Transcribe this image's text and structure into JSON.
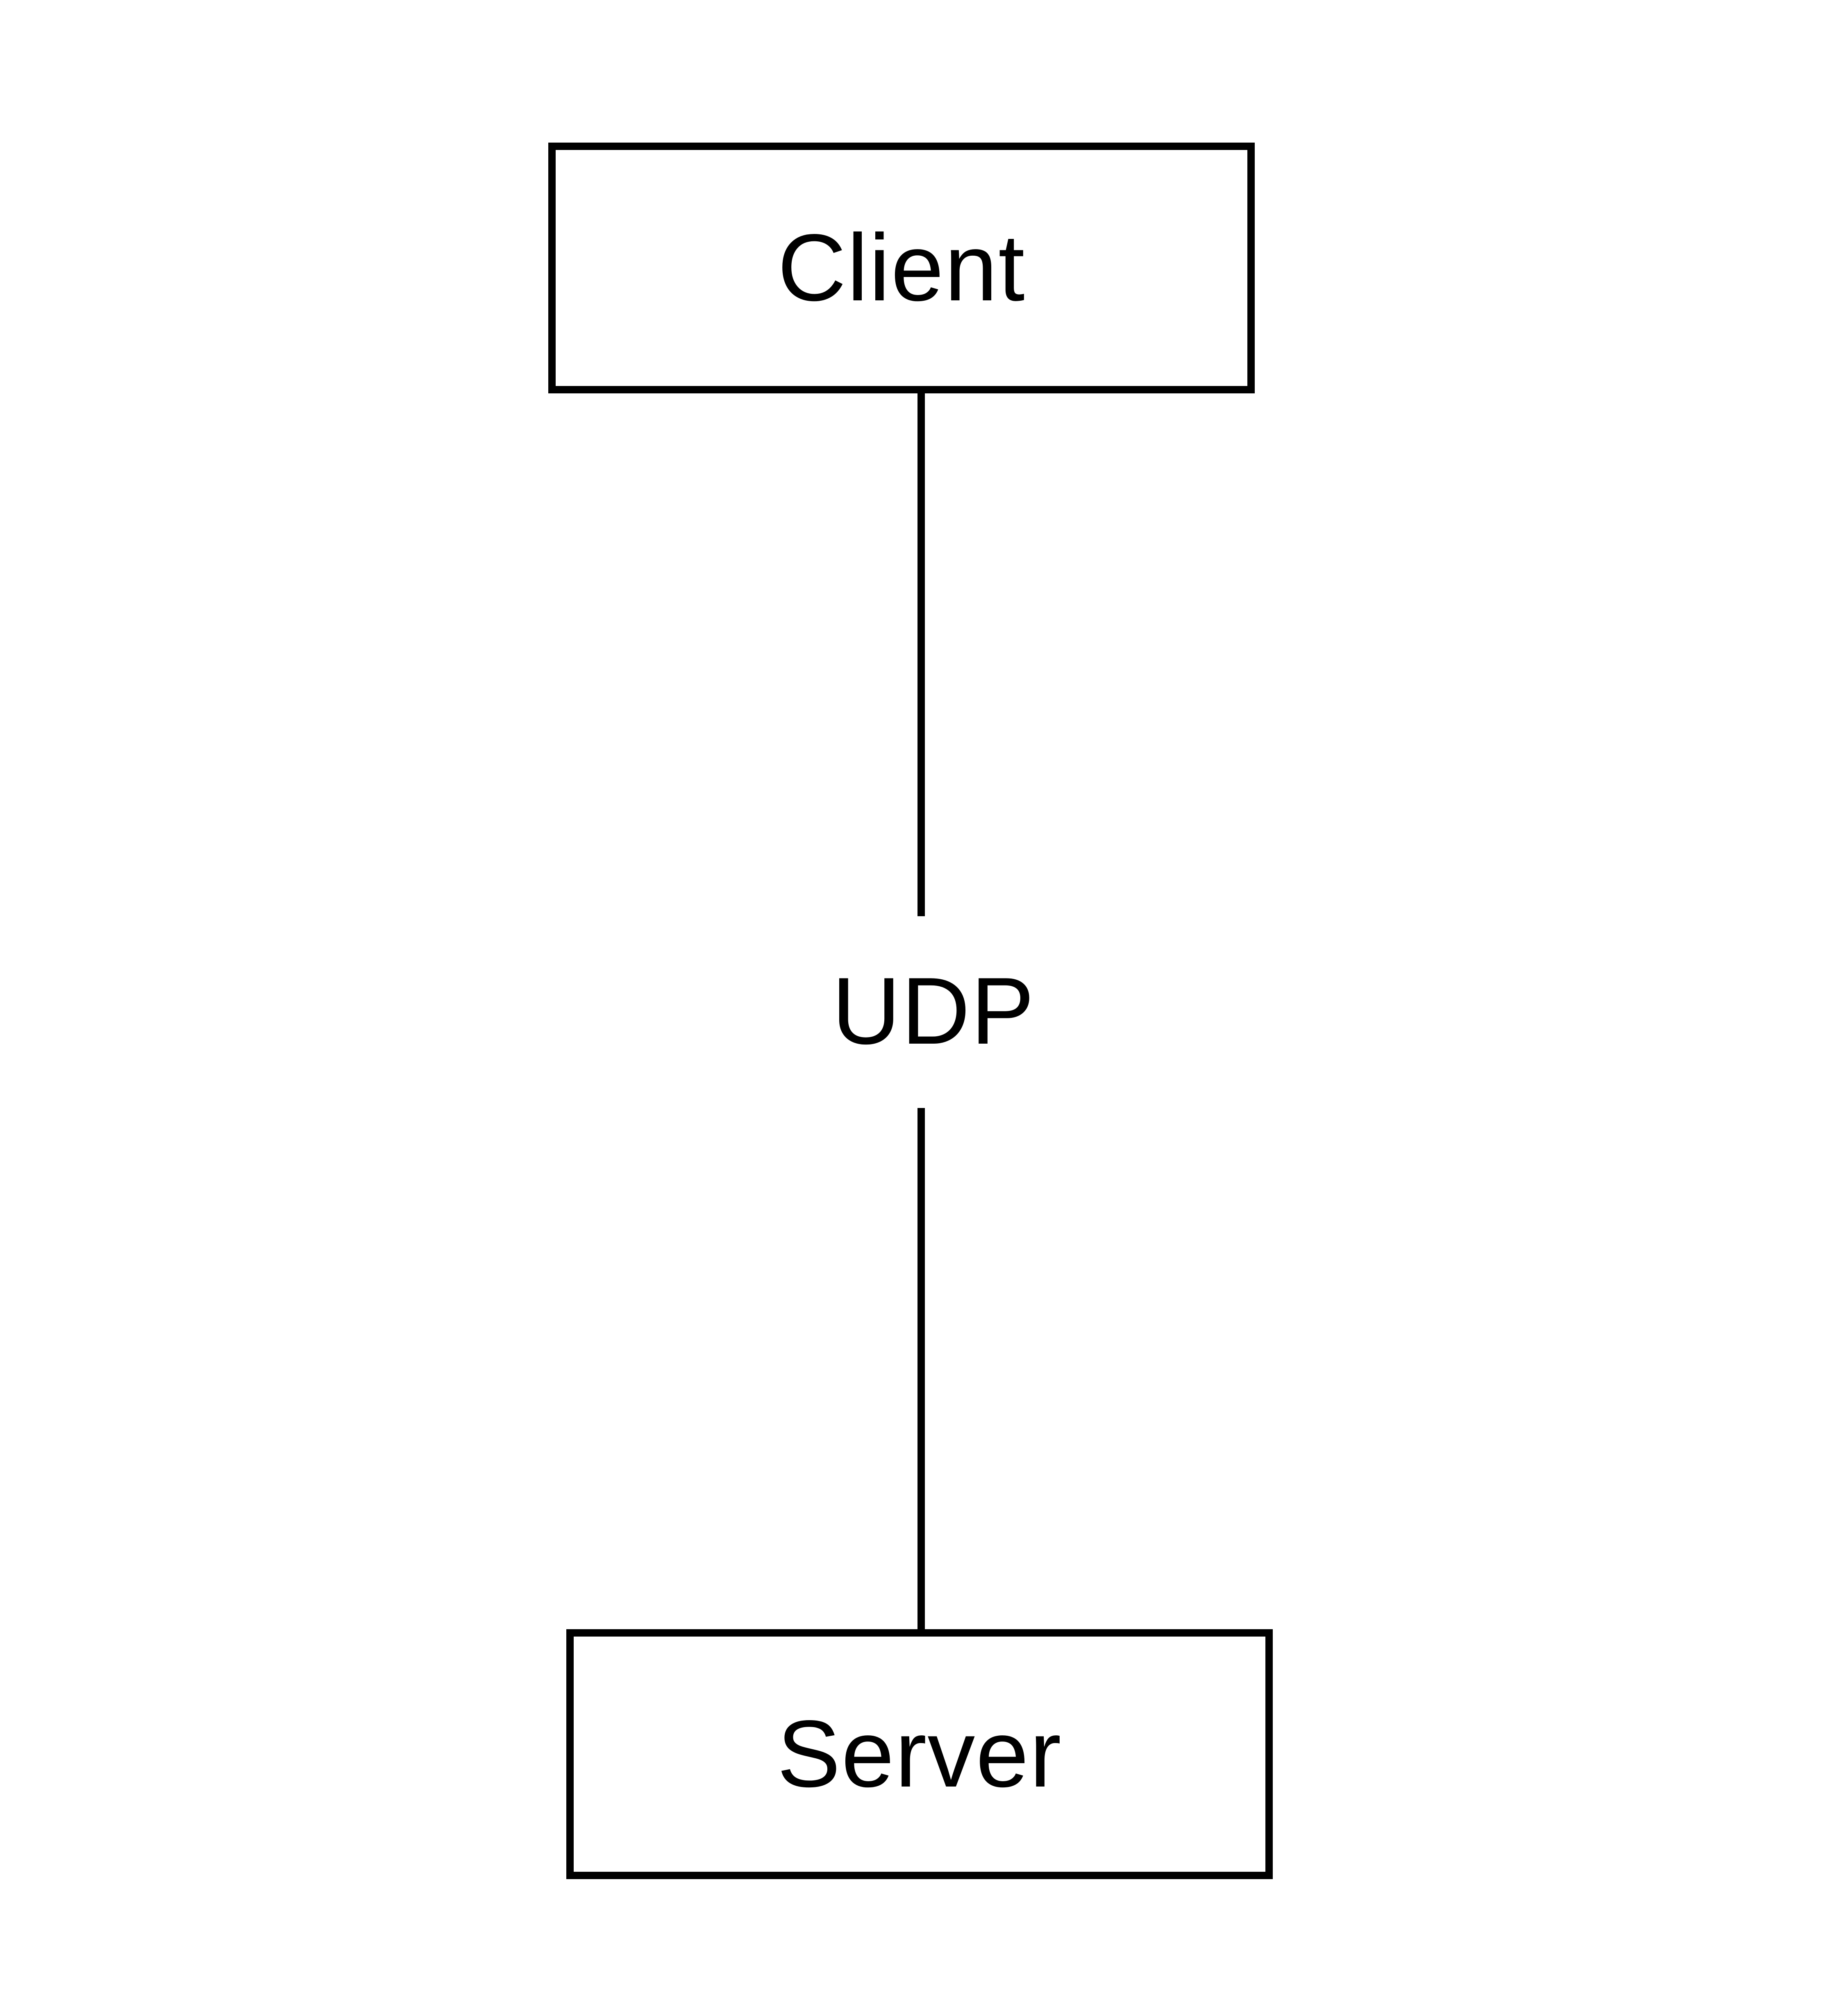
{
  "diagram": {
    "nodes": [
      {
        "id": "client",
        "label": "Client"
      },
      {
        "id": "server",
        "label": "Server"
      }
    ],
    "edges": [
      {
        "from": "client",
        "to": "server",
        "label": "UDP"
      }
    ],
    "colors": {
      "stroke": "#000000",
      "background": "#ffffff",
      "text": "#000000"
    }
  }
}
